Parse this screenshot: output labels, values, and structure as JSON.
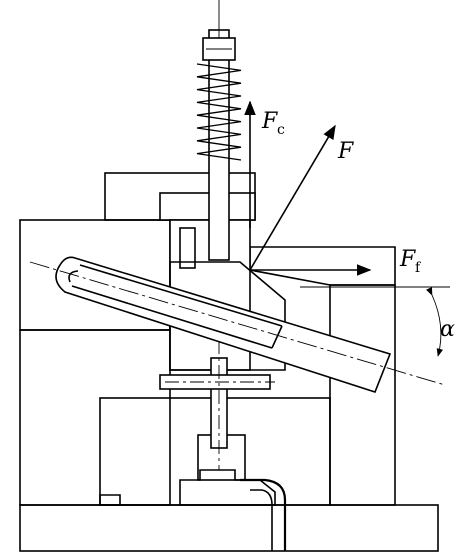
{
  "labels": {
    "fc_main": "F",
    "fc_sub": "c",
    "f_main": "F",
    "ff_main": "F",
    "ff_sub": "f",
    "alpha": "α"
  }
}
